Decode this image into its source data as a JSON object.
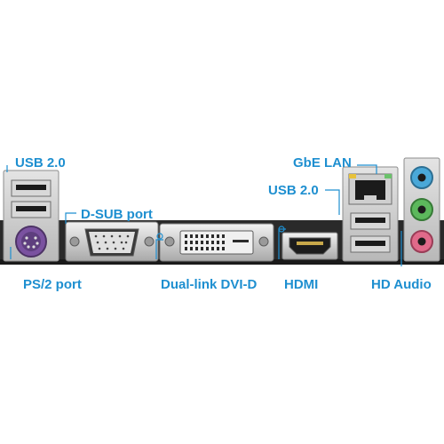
{
  "labels": {
    "usb20_left": "USB 2.0",
    "dsub": "D-SUB port",
    "ps2": "PS/2 port",
    "dvi": "Dual-link DVI-D",
    "hdmi": "HDMI",
    "gbe_lan": "GbE LAN",
    "usb20_right": "USB 2.0",
    "hd_audio": "HD Audio"
  },
  "colors": {
    "label": "#1e8fd0",
    "leader_line": "#1e8fd0",
    "io_plate": "#c9c9c9",
    "pcb": "#2a2a2a",
    "ps2_jack": "#8a5fb0",
    "audio_line_in": "#4aa8d8",
    "audio_line_out": "#5cb85c",
    "audio_mic": "#e06a8a"
  }
}
